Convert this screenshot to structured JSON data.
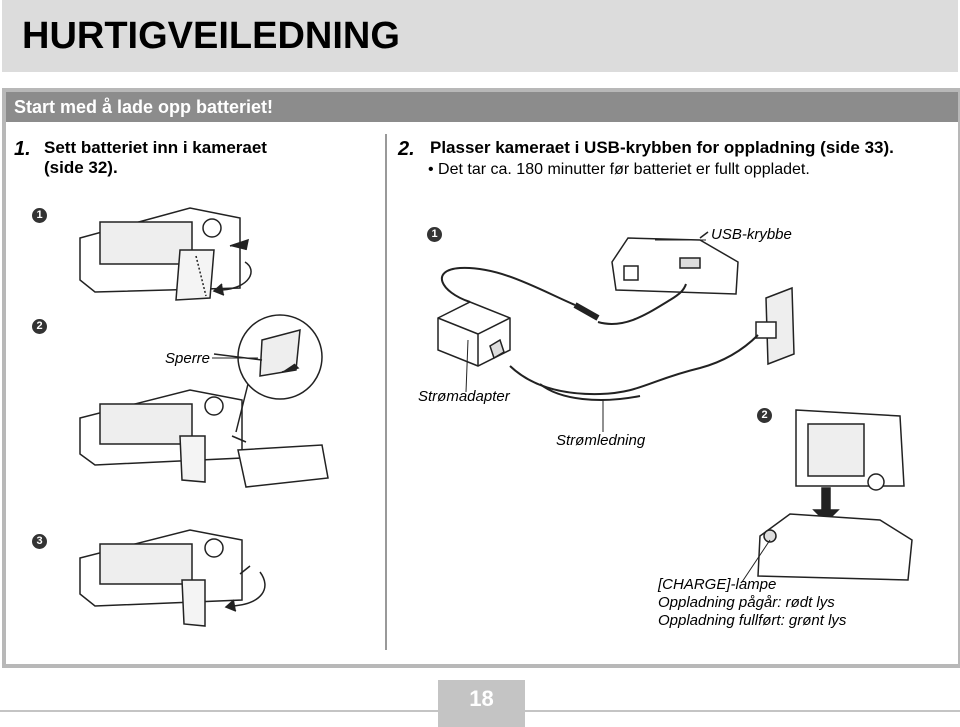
{
  "header": {
    "title": "HURTIGVEILEDNING"
  },
  "section": {
    "title": "Start med å lade opp batteriet!"
  },
  "step1": {
    "number": "1.",
    "text_line1": "Sett batteriet inn i kameraet",
    "text_line2": "(side 32)."
  },
  "step2": {
    "number": "2.",
    "text": "Plasser kameraet i USB-krybben for oppladning (side 33).",
    "bullet": "•  Det tar ca. 180 minutter før batteriet er fullt oppladet."
  },
  "markers": {
    "one": "1",
    "two": "2",
    "three": "3"
  },
  "labels": {
    "sperre": "Sperre",
    "usb_krybbe": "USB-krybbe",
    "stromadapter": "Strømadapter",
    "stromledning": "Strømledning",
    "charge_lamp": "[CHARGE]-lampe",
    "charging": "Oppladning pågår: rødt lys",
    "charged": "Oppladning fullført: grønt lys"
  },
  "footer": {
    "page": "18"
  }
}
